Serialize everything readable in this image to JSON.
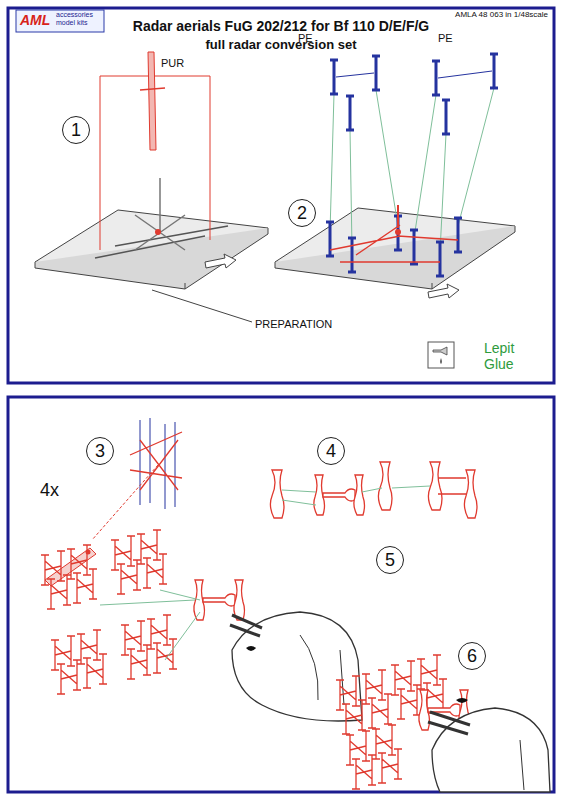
{
  "diagram": {
    "title": "Radar aerials FuG 202/212 for Bf 110 D/E/F/G",
    "nodes": [
      {
        "text": [
          "1"
        ]
      },
      {
        "text": [
          "2"
        ]
      },
      {
        "text": [
          "3"
        ]
      },
      {
        "text": [
          "4"
        ]
      },
      {
        "text": [
          "5"
        ]
      },
      {
        "text": [
          "6"
        ]
      }
    ],
    "labels": [
      "AML",
      "accessories model kits",
      "AMLA 48 063 in 1/48scale",
      "full radar conversion set",
      "PUR",
      "PE",
      "PE",
      "PREPARATION",
      "Lepit Glue",
      "4x"
    ]
  }
}
